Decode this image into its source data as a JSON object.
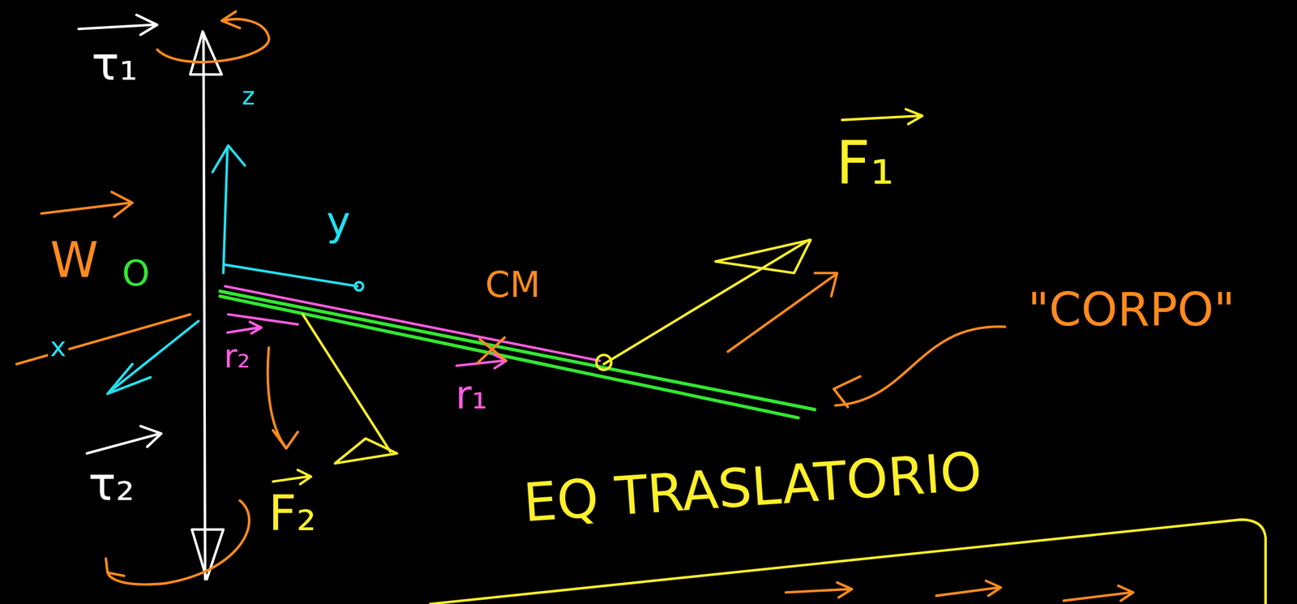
{
  "diagram": {
    "labels": [
      "τ₁",
      "z",
      "y",
      "W",
      "O",
      "x",
      "CM",
      "F₁",
      "r₂",
      "r₁",
      "τ₂",
      "F₂",
      "\"CORPO\"",
      "EQ TRASLATORIO"
    ]
  }
}
